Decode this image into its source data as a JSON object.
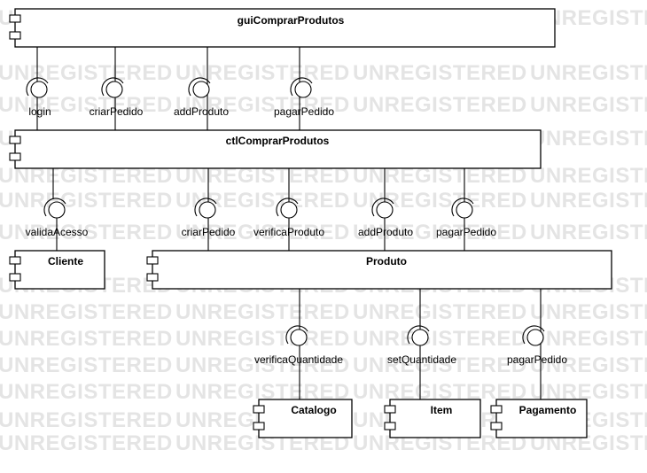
{
  "watermark": "UNREGISTERED",
  "components": {
    "gui": "guiComprarProdutos",
    "ctl": "ctlComprarProdutos",
    "cliente": "Cliente",
    "produto": "Produto",
    "catalogo": "Catalogo",
    "item": "Item",
    "pagamento": "Pagamento"
  },
  "interfaces": {
    "gui_login": "login",
    "gui_criarPedido": "criarPedido",
    "gui_addProduto": "addProduto",
    "gui_pagarPedido": "pagarPedido",
    "ctl_validaAcesso": "validaAcesso",
    "ctl_criarPedido": "criarPedido",
    "ctl_verificaProduto": "verificaProduto",
    "ctl_addProduto": "addProduto",
    "ctl_pagarPedido": "pagarPedido",
    "prod_verificaQuantidade": "verificaQuantidade",
    "prod_setQuantidade": "setQuantidade",
    "prod_pagarPedido": "pagarPedido"
  }
}
